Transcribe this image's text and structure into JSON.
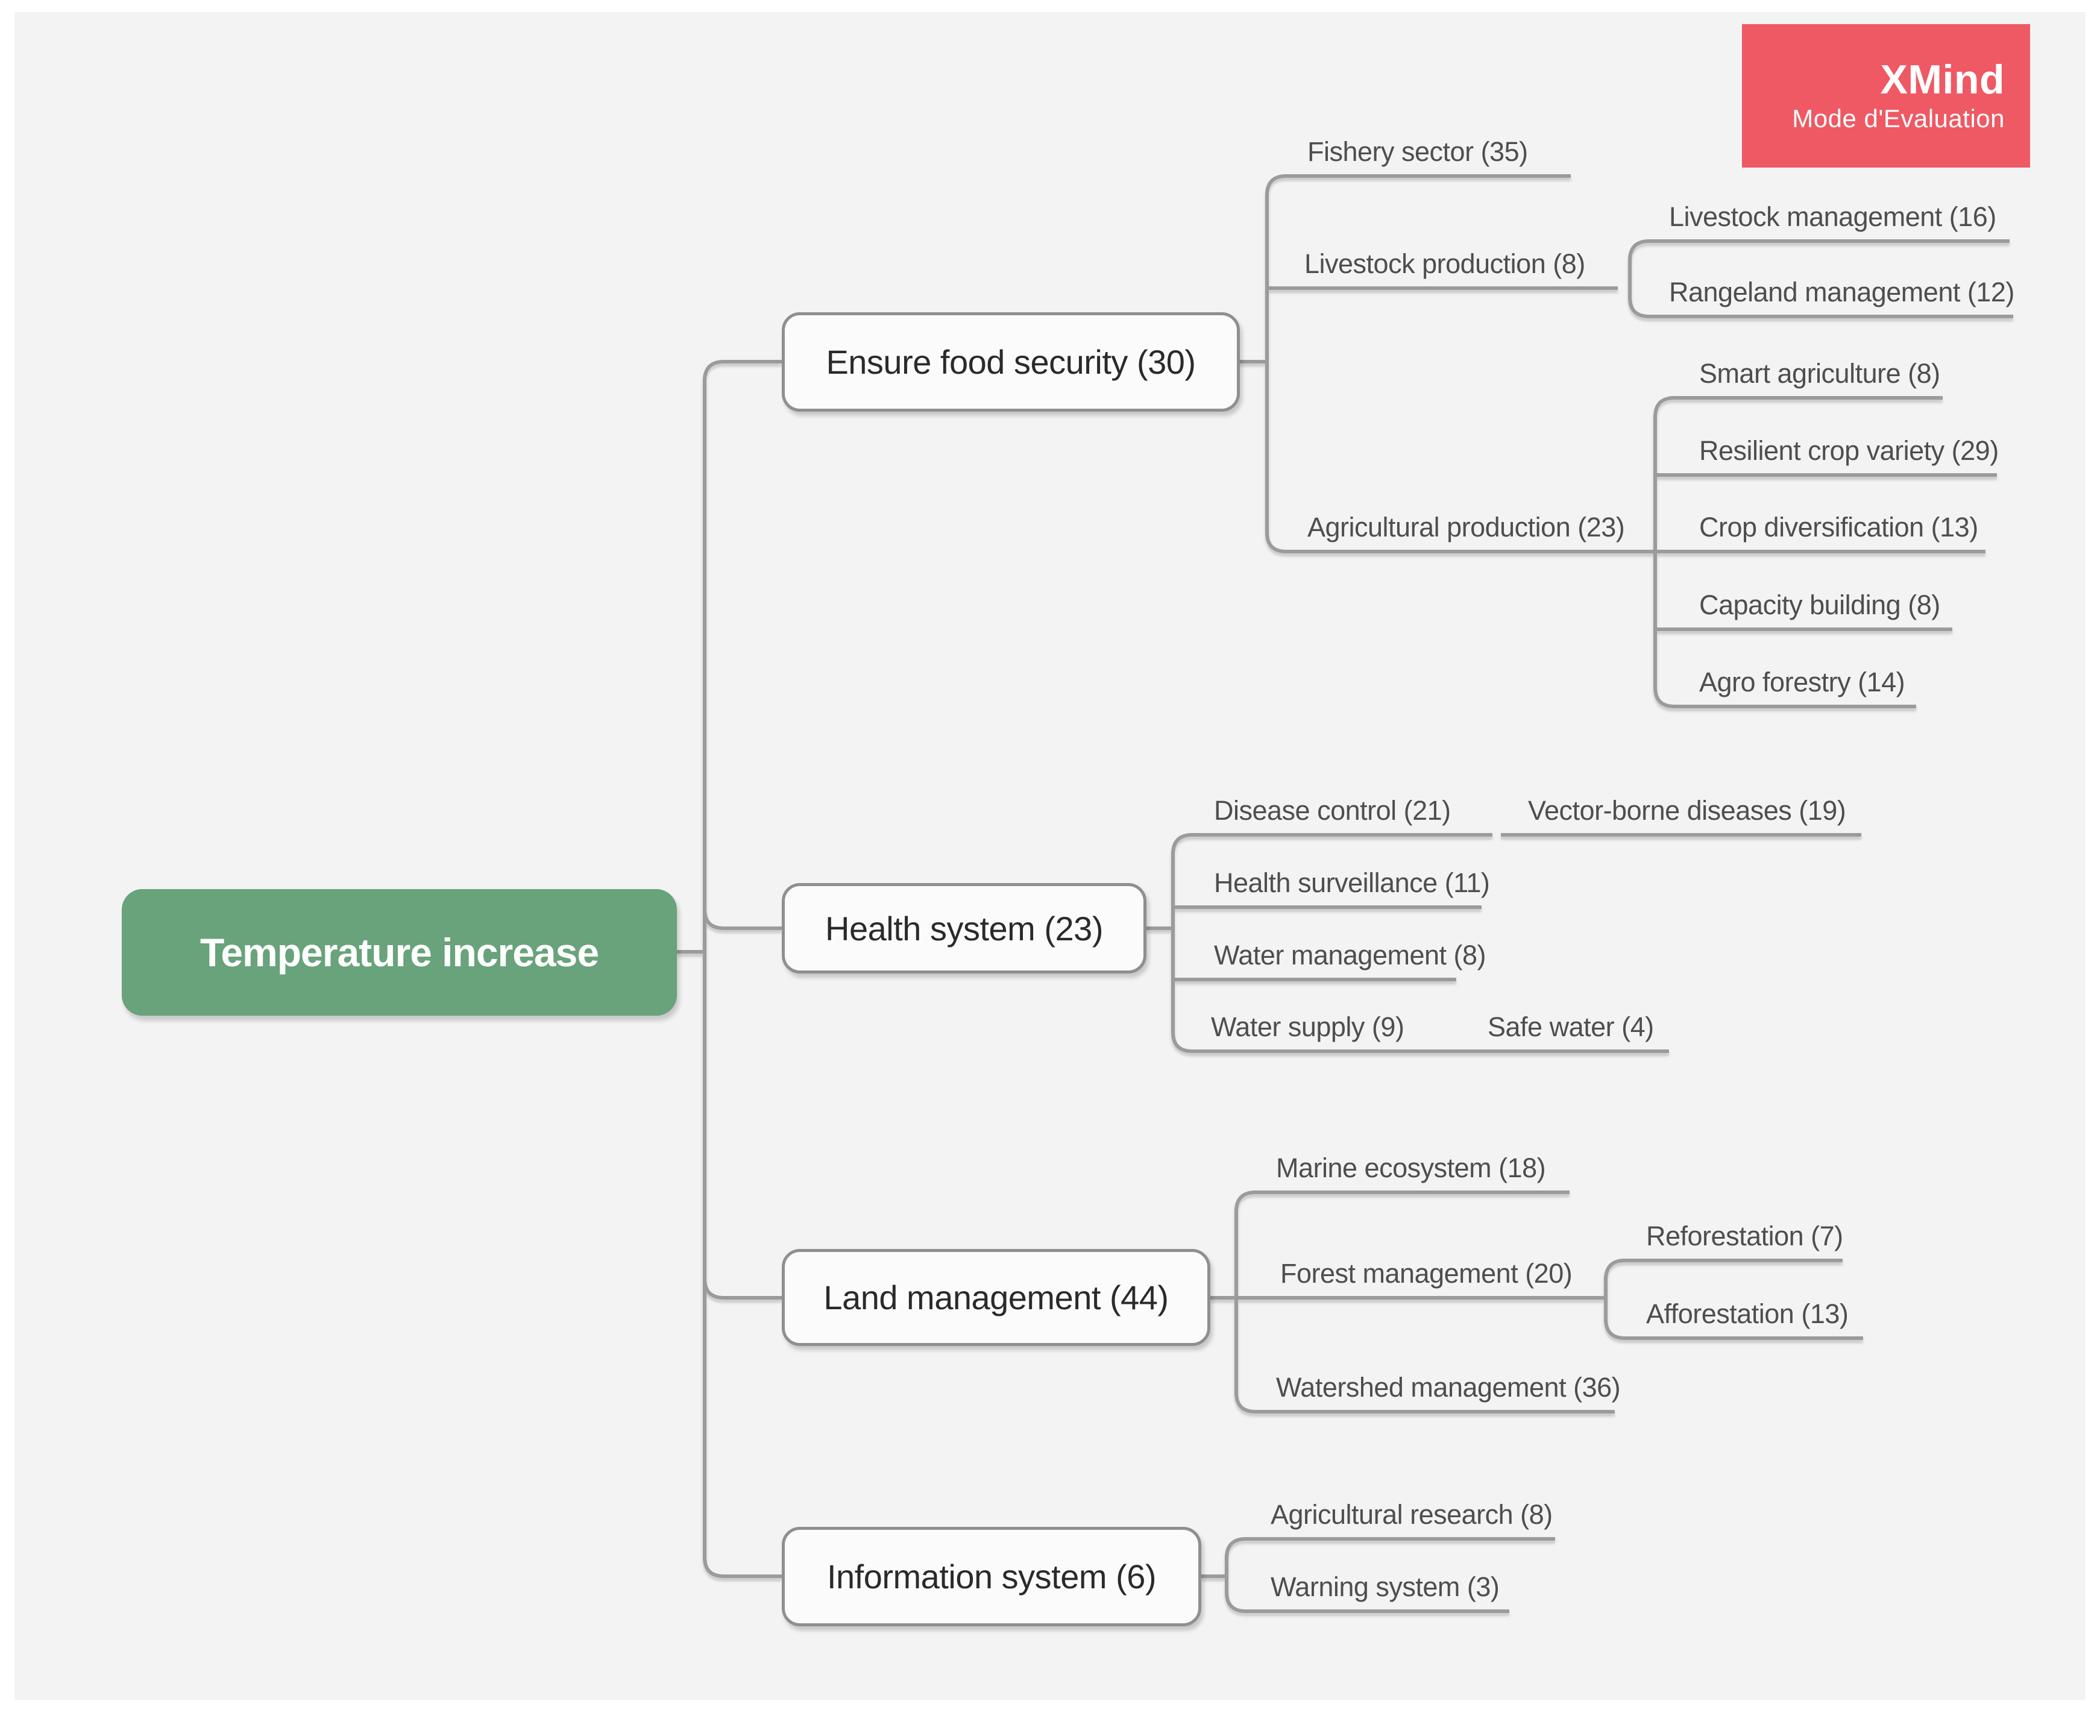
{
  "badge": {
    "title": "XMind",
    "subtitle": "Mode d'Evaluation"
  },
  "root": {
    "label": "Temperature increase"
  },
  "branches": [
    {
      "label": "Ensure food security (30)",
      "children": [
        {
          "label": "Fishery sector (35)",
          "children": []
        },
        {
          "label": "Livestock production (8)",
          "children": [
            {
              "label": "Livestock management (16)"
            },
            {
              "label": "Rangeland management (12)"
            }
          ]
        },
        {
          "label": "Agricultural production (23)",
          "children": [
            {
              "label": "Smart agriculture (8)"
            },
            {
              "label": "Resilient crop variety (29)"
            },
            {
              "label": "Crop diversification (13)"
            },
            {
              "label": "Capacity building (8)"
            },
            {
              "label": "Agro forestry (14)"
            }
          ]
        }
      ]
    },
    {
      "label": "Health system (23)",
      "children": [
        {
          "label": "Disease control (21)",
          "children": [
            {
              "label": "Vector-borne diseases (19)"
            }
          ]
        },
        {
          "label": "Health surveillance (11)",
          "children": []
        },
        {
          "label": "Water management (8)",
          "children": []
        },
        {
          "label": "Water supply (9)",
          "children": [
            {
              "label": "Safe water (4)"
            }
          ]
        }
      ]
    },
    {
      "label": "Land management (44)",
      "children": [
        {
          "label": "Marine ecosystem (18)",
          "children": []
        },
        {
          "label": "Forest management (20)",
          "children": [
            {
              "label": "Reforestation (7)"
            },
            {
              "label": "Afforestation (13)"
            }
          ]
        },
        {
          "label": "Watershed management (36)",
          "children": []
        }
      ]
    },
    {
      "label": "Information system (6)",
      "children": [
        {
          "label": "Agricultural research (8)",
          "children": []
        },
        {
          "label": "Warning system (3)",
          "children": []
        }
      ]
    }
  ],
  "colors": {
    "badge_bg": "#ee5964",
    "root_bg": "#68a37b",
    "connector": "#9b9b9b",
    "canvas_bg": "#f3f3f4",
    "branch_border": "#8f8f8f",
    "branch_text": "#2a2a2a",
    "child_text": "#4e4e4e"
  }
}
